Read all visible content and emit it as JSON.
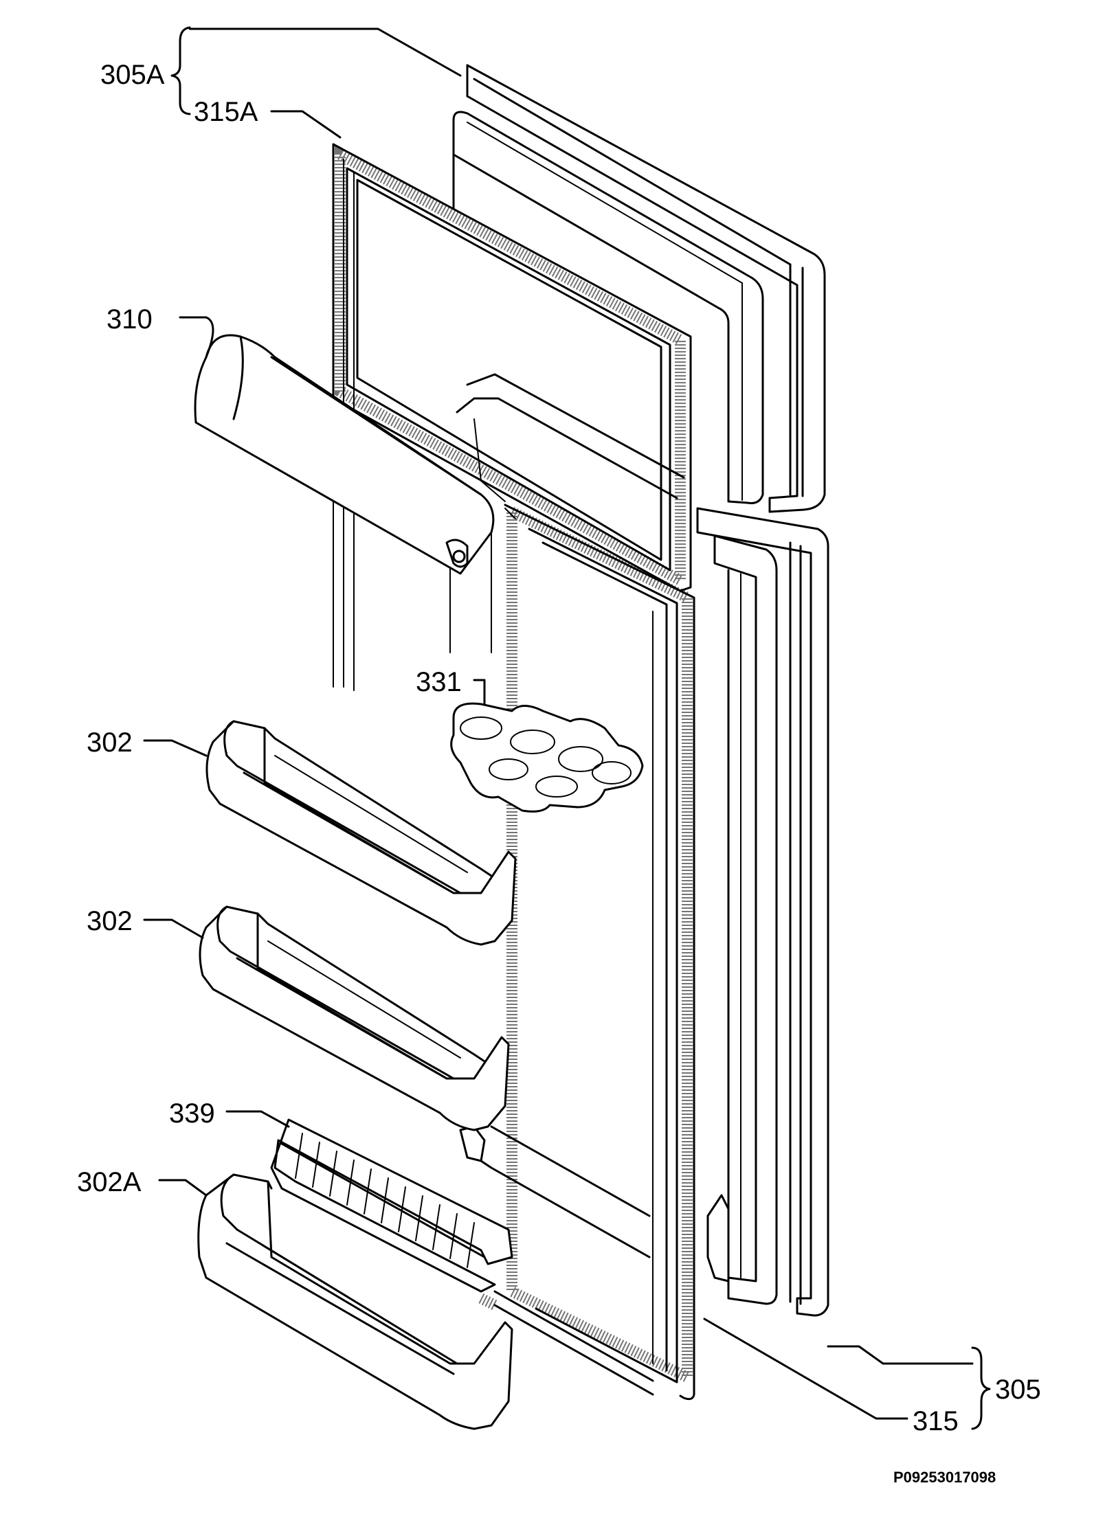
{
  "labels": {
    "l305a": "305A",
    "l315a": "315A",
    "l310": "310",
    "l331": "331",
    "l302_upper": "302",
    "l302_middle": "302",
    "l339": "339",
    "l302a": "302A",
    "l305": "305",
    "l315": "315"
  },
  "drawing_code": "P09253017098"
}
